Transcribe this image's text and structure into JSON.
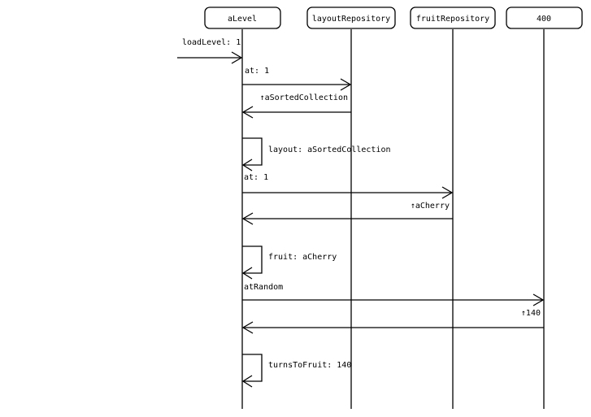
{
  "participants": [
    {
      "id": "aLevel",
      "label": "aLevel"
    },
    {
      "id": "layoutRepository",
      "label": "layoutRepository"
    },
    {
      "id": "fruitRepository",
      "label": "fruitRepository"
    },
    {
      "id": "p400",
      "label": "400"
    }
  ],
  "messages": [
    {
      "type": "found",
      "to": "aLevel",
      "label": "loadLevel: 1"
    },
    {
      "type": "call",
      "from": "aLevel",
      "to": "layoutRepository",
      "label": "at: 1"
    },
    {
      "type": "return",
      "from": "layoutRepository",
      "to": "aLevel",
      "label": "↑aSortedCollection"
    },
    {
      "type": "self",
      "on": "aLevel",
      "label": "layout: aSortedCollection"
    },
    {
      "type": "call",
      "from": "aLevel",
      "to": "fruitRepository",
      "label": "at: 1"
    },
    {
      "type": "return",
      "from": "fruitRepository",
      "to": "aLevel",
      "label": "↑aCherry"
    },
    {
      "type": "self",
      "on": "aLevel",
      "label": "fruit: aCherry"
    },
    {
      "type": "call",
      "from": "aLevel",
      "to": "p400",
      "label": "atRandom"
    },
    {
      "type": "return",
      "from": "p400",
      "to": "aLevel",
      "label": "↑140"
    },
    {
      "type": "self",
      "on": "aLevel",
      "label": "turnsToFruit: 140"
    }
  ]
}
